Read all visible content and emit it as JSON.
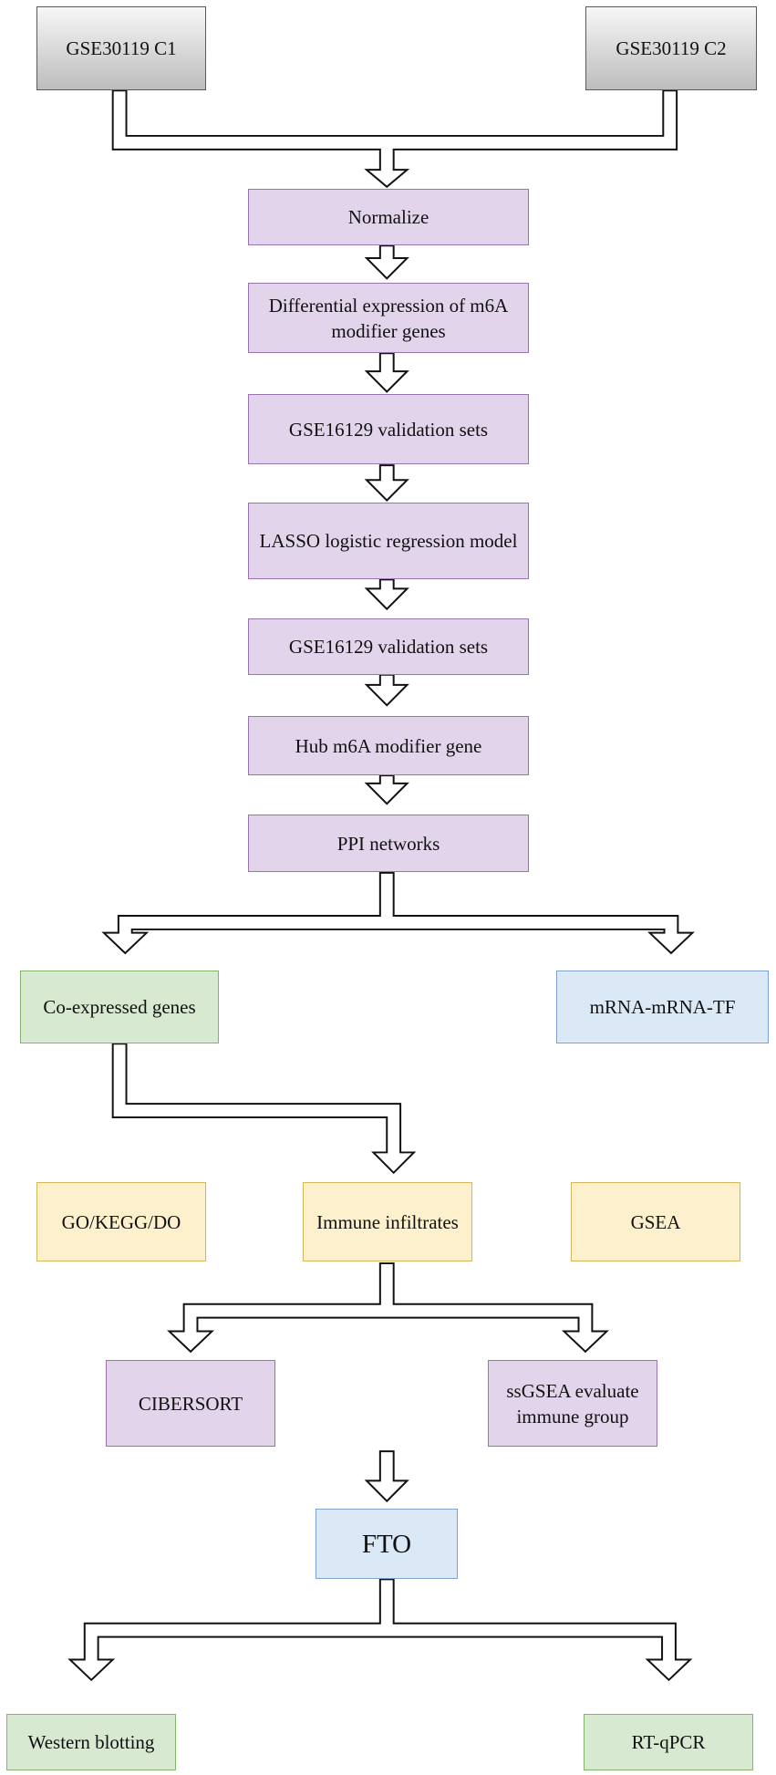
{
  "nodes": {
    "gse30119_c1": "GSE30119 C1",
    "gse30119_c2": "GSE30119 C2",
    "normalize": "Normalize",
    "differential_expression": "Differential expression of m6A modifier genes",
    "gse16129_validation_1": "GSE16129  validation sets",
    "lasso_model": "LASSO logistic regression model",
    "gse16129_validation_2": "GSE16129 validation sets",
    "hub_gene": "Hub m6A modifier gene",
    "ppi_networks": "PPI networks",
    "coexpressed_genes": "Co-expressed genes",
    "mrna_tf": "mRNA-mRNA-TF",
    "go_kegg_do": "GO/KEGG/DO",
    "immune_infiltrates": "Immune infiltrates",
    "gsea": "GSEA",
    "cibersort": "CIBERSORT",
    "ssgsea": "ssGSEA evaluate immune group",
    "fto": "FTO",
    "western_blotting": "Western blotting",
    "rt_qpcr": "RT-qPCR"
  },
  "colors": {
    "process": "#e2d4ea",
    "input": "#c8c8c8",
    "analysis": "#d8e9d2",
    "network": "#dbe8f6",
    "enrichment": "#fdf0cc",
    "validation": "#d8e9d2"
  }
}
